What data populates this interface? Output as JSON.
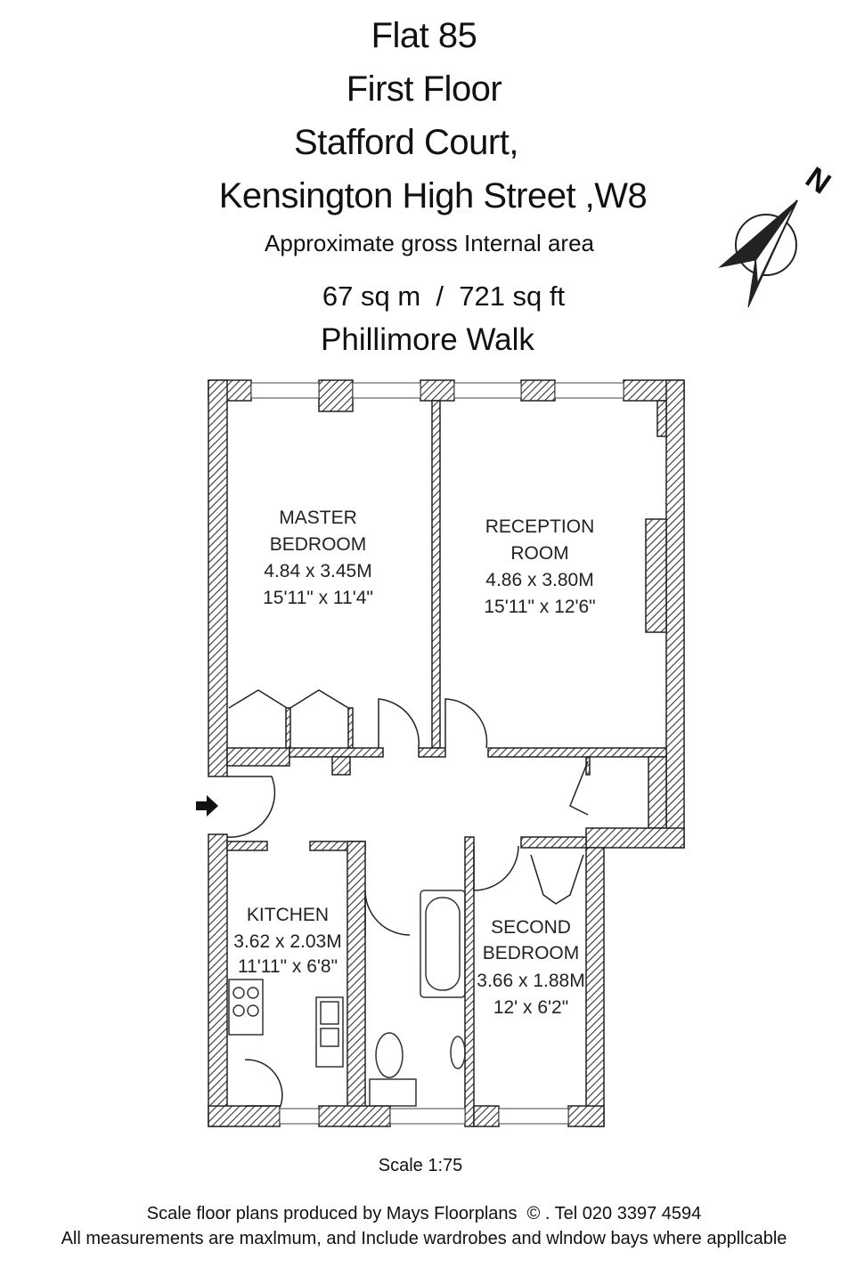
{
  "header": {
    "lines": [
      "Flat 85",
      "First Floor",
      "Stafford Court,",
      "Kensington High Street ,W8"
    ],
    "area_caption": "Approximate gross Internal area",
    "area_value": "67 sq m  /  721 sq ft",
    "street": "Phillimore Walk"
  },
  "compass": {
    "label": "N",
    "icon": "north-arrow-icon"
  },
  "rooms": [
    {
      "name1": "MASTER",
      "name2": "BEDROOM",
      "metric": "4.84 x 3.45M",
      "imperial": "15'11\" x 11'4\""
    },
    {
      "name1": "RECEPTION",
      "name2": "ROOM",
      "metric": "4.86 x 3.80M",
      "imperial": "15'11\" x 12'6\""
    },
    {
      "name1": "KITCHEN",
      "name2": "",
      "metric": "3.62 x 2.03M",
      "imperial": "11'11\" x 6'8\""
    },
    {
      "name1": "SECOND",
      "name2": "BEDROOM",
      "metric": "3.66 x 1.88M",
      "imperial": "12' x 6'2\""
    }
  ],
  "footer": {
    "scale": "Scale 1:75",
    "credit": "Scale floor plans produced by Mays Floorplans  © . Tel 020 3397 4594",
    "disclaimer": "All measurements are maxlmum, and Include wardrobes and wlndow bays where appllcable"
  }
}
